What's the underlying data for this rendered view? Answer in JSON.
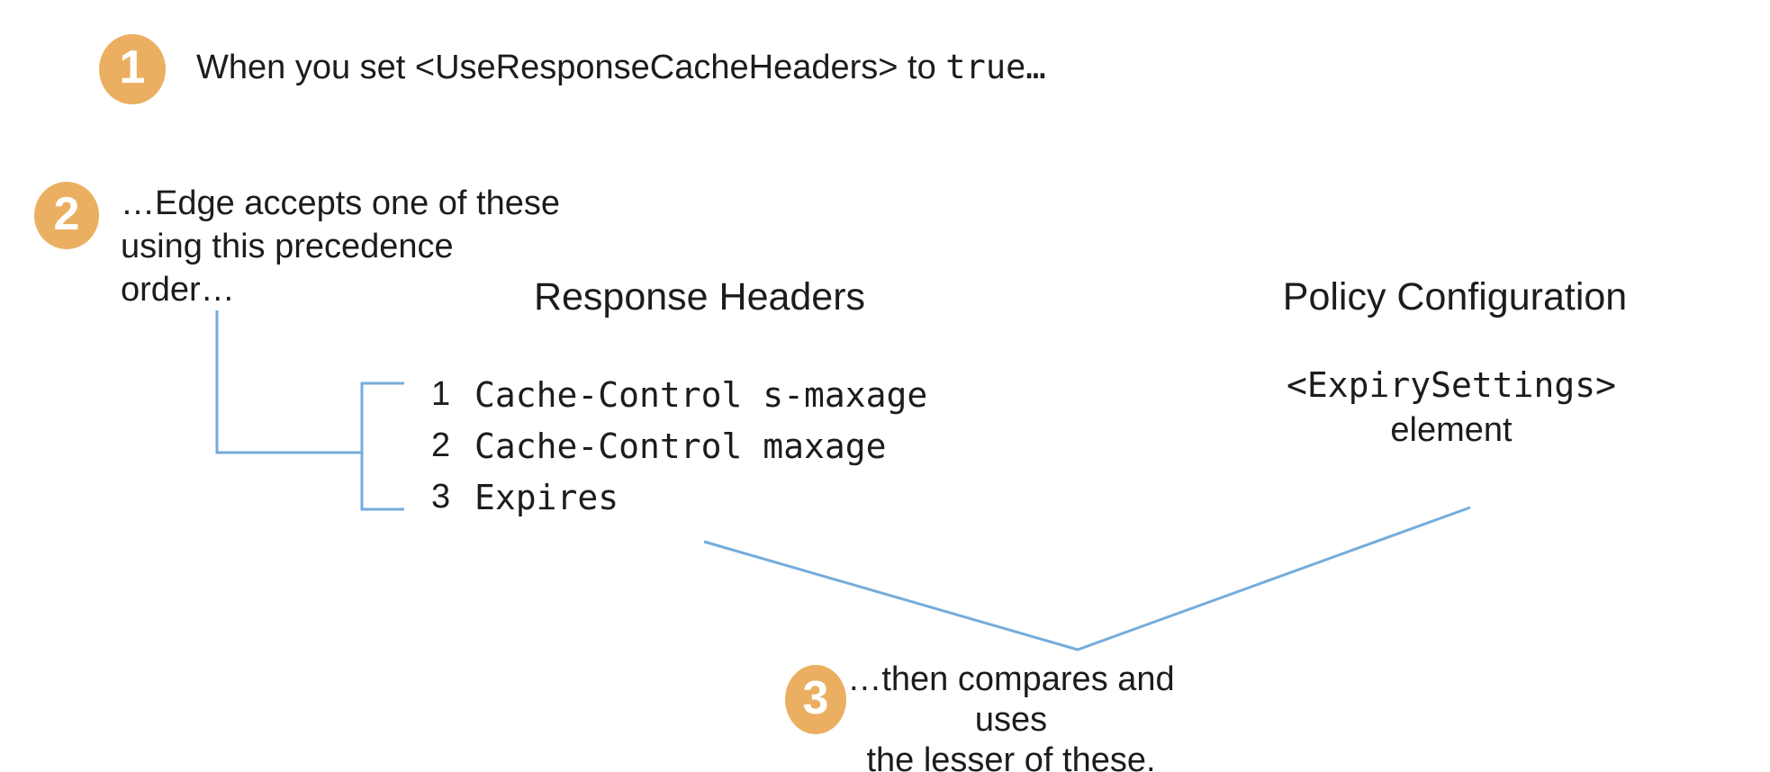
{
  "diagram": {
    "step1": {
      "number": "1",
      "prefix": "When you set ",
      "tag": "<UseResponseCacheHeaders>",
      "middle": " to ",
      "value": "true…"
    },
    "step2": {
      "number": "2",
      "line1": "…Edge accepts one of these",
      "line2": "using this precedence",
      "line3": "order…"
    },
    "step3": {
      "number": "3",
      "line1": "…then compares and uses",
      "line2": "the lesser of these."
    },
    "response_headers": {
      "title": "Response Headers",
      "items": [
        {
          "rank": "1",
          "label": "Cache-Control s-maxage"
        },
        {
          "rank": "2",
          "label": "Cache-Control maxage"
        },
        {
          "rank": "3",
          "label": "Expires"
        }
      ]
    },
    "policy_configuration": {
      "title": "Policy Configuration",
      "code": "<ExpirySettings>",
      "caption": "element"
    }
  },
  "colors": {
    "badge_orange": "#ebaf62",
    "line_blue": "#75acdb",
    "text": "#1c1c1c"
  }
}
